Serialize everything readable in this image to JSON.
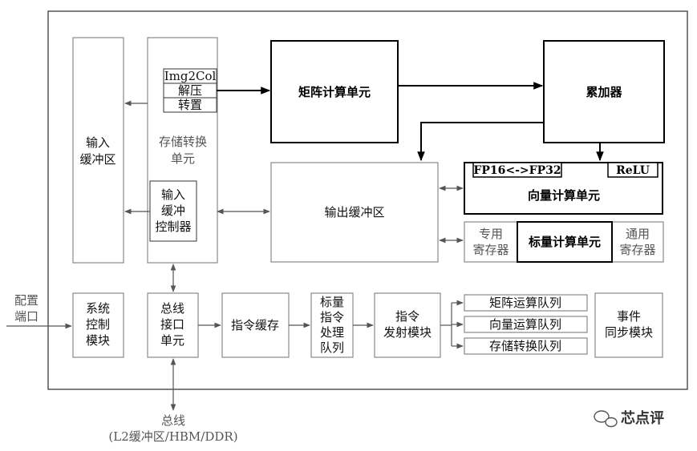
{
  "input_buffer": [
    "输入",
    "缓冲区"
  ],
  "storage_convert": {
    "label": [
      "存储转换",
      "单元"
    ],
    "sub_items": [
      "Img2Col",
      "解压",
      "转置"
    ],
    "input_buffer_controller": [
      "输入",
      "缓冲",
      "控制器"
    ]
  },
  "matrix_unit": "矩阵计算单元",
  "accumulator": "累加器",
  "output_buffer": "输出缓冲区",
  "vector_unit": {
    "label": "向量计算单元",
    "fp_convert": "FP16<->FP32",
    "relu": "ReLU"
  },
  "special_registers": [
    "专用",
    "寄存器"
  ],
  "scalar_unit": "标量计算单元",
  "general_registers": [
    "通用",
    "寄存器"
  ],
  "config_port": [
    "配置",
    "端口"
  ],
  "system_control": [
    "系统",
    "控制",
    "模块"
  ],
  "bus_interface": [
    "总线",
    "接口",
    "单元"
  ],
  "instruction_cache": "指令缓存",
  "scalar_instruction_queue": [
    "标量",
    "指令",
    "处理",
    "队列"
  ],
  "instruction_dispatch": [
    "指令",
    "发射模块"
  ],
  "queues": [
    "矩阵运算队列",
    "向量运算队列",
    "存储转换队列"
  ],
  "event_sync": [
    "事件",
    "同步模块"
  ],
  "bus": [
    "总线",
    "(L2缓冲区/HBM/DDR)"
  ],
  "watermark": "芯点评"
}
